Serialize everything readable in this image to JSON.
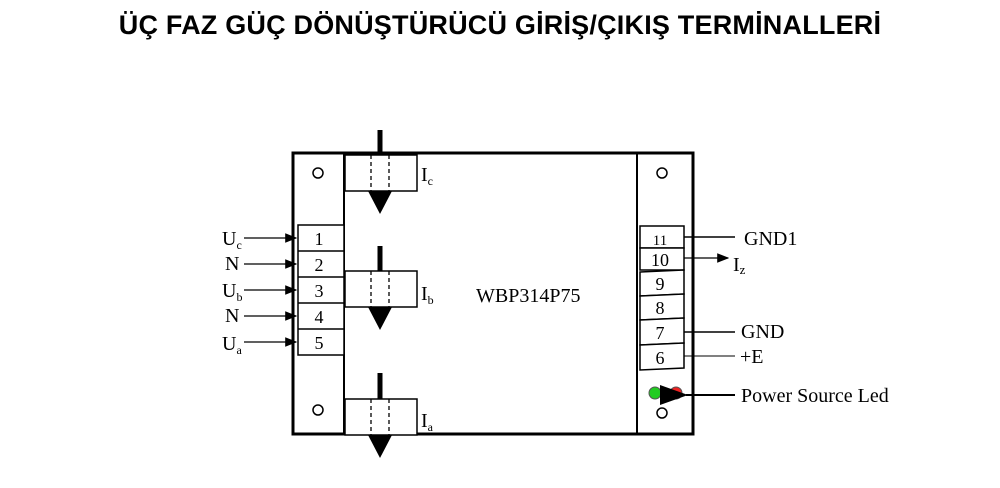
{
  "title": "ÜÇ FAZ GÜÇ DÖNÜŞTÜRÜCÜ GİRİŞ/ÇIKIŞ TERMİNALLERİ",
  "device": {
    "model": "WBP314P75"
  },
  "left_terminals": [
    {
      "number": "1",
      "label": "U",
      "sub": "c"
    },
    {
      "number": "2",
      "label": "N",
      "sub": ""
    },
    {
      "number": "3",
      "label": "U",
      "sub": "b"
    },
    {
      "number": "4",
      "label": "N",
      "sub": ""
    },
    {
      "number": "5",
      "label": "U",
      "sub": "a"
    }
  ],
  "current_inputs": [
    {
      "label": "I",
      "sub": "c"
    },
    {
      "label": "I",
      "sub": "b"
    },
    {
      "label": "I",
      "sub": "a"
    }
  ],
  "right_terminals": [
    {
      "number": "11",
      "label": "GND1"
    },
    {
      "number": "10",
      "label": "I",
      "sub": "z"
    },
    {
      "number": "9",
      "label": ""
    },
    {
      "number": "8",
      "label": ""
    },
    {
      "number": "7",
      "label": "GND"
    },
    {
      "number": "6",
      "label": "+E"
    }
  ],
  "power_led": {
    "label": "Power Source Led",
    "colors": [
      "#22cc22",
      "#ee2222"
    ]
  }
}
